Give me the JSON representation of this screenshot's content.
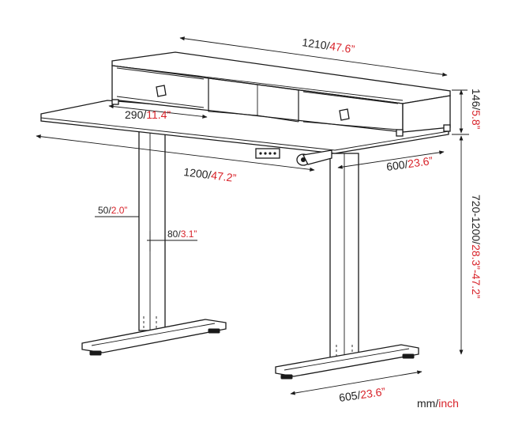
{
  "diagram": {
    "accent_color": "#d8232a",
    "text_color": "#222222",
    "dimensions": {
      "hutch_width": {
        "metric": "1210",
        "sep": "/",
        "imperial": "47.6”"
      },
      "drawer_width": {
        "metric": "290",
        "sep": "/",
        "imperial": "11.4”"
      },
      "hutch_height": {
        "metric": "146",
        "sep": "/",
        "imperial": "5.8”"
      },
      "desk_width": {
        "metric": "1200",
        "sep": "/",
        "imperial": "47.2”"
      },
      "desk_depth": {
        "metric": "600",
        "sep": "/",
        "imperial": "23.6”"
      },
      "leg_width": {
        "metric": "50",
        "sep": "/",
        "imperial": "2.0”"
      },
      "leg_depth": {
        "metric": "80",
        "sep": "/",
        "imperial": "3.1”"
      },
      "height_range": {
        "metric": "720-1200",
        "sep": "/",
        "imperial": "28.3”-47.2”"
      },
      "foot_length": {
        "metric": "605",
        "sep": "/",
        "imperial": "23.6”"
      }
    },
    "units_legend": {
      "metric": "mm",
      "sep": "/",
      "imperial": "inch"
    }
  }
}
